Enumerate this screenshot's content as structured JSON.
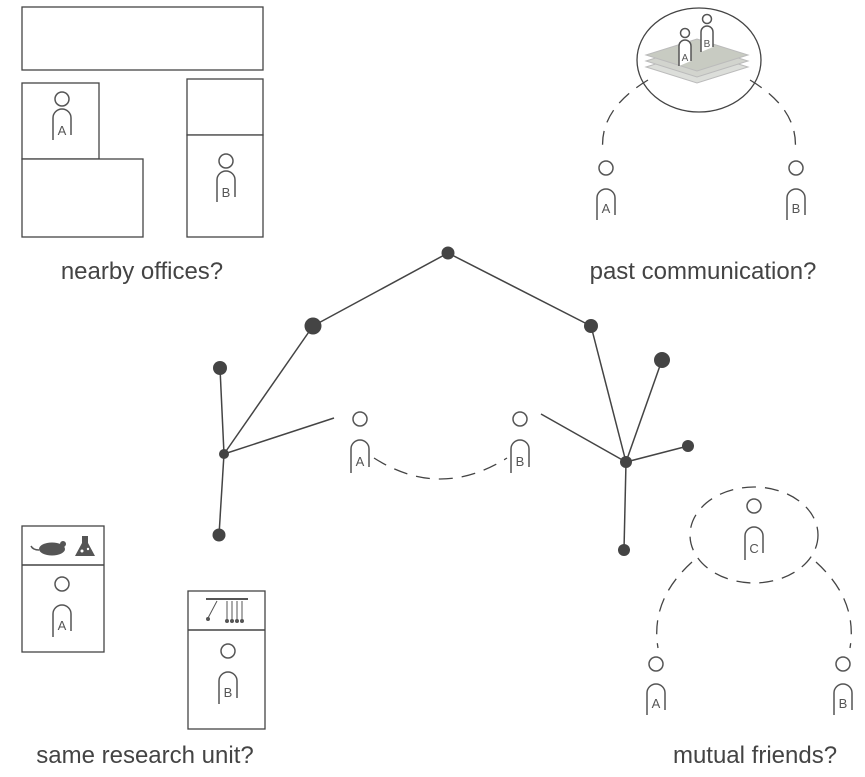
{
  "captions": {
    "nearby_offices": "nearby offices?",
    "past_communication": "past communication?",
    "same_research_unit": "same research unit?",
    "mutual_friends": "mutual friends?"
  },
  "people": {
    "a": "A",
    "b": "B",
    "c": "C"
  },
  "colors": {
    "ink": "#444444",
    "stack_fill": "#c8cbc2"
  }
}
